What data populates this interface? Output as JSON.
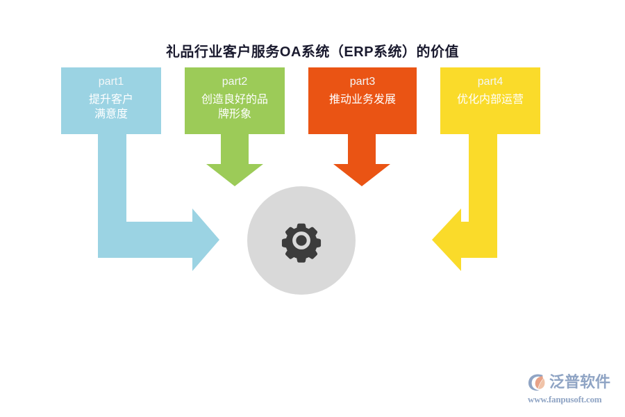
{
  "page": {
    "title": "礼品行业客户服务OA系统（ERP系统）的价值",
    "background": "#ffffff"
  },
  "diagram": {
    "type": "process-cards-with-arrows",
    "center": {
      "icon": "gear-icon",
      "circle_color": "#d9d9d9",
      "icon_color": "#3c3c3c"
    },
    "cards": [
      {
        "id": "part1",
        "part": "part1",
        "label_line1": "提升客户",
        "label_line2": "满意度",
        "color": "#9BD3E3",
        "arrow": "down-then-right"
      },
      {
        "id": "part2",
        "part": "part2",
        "label_line1": "创造良好的品",
        "label_line2": "牌形象",
        "color": "#9CCB58",
        "arrow": "down"
      },
      {
        "id": "part3",
        "part": "part3",
        "label_line1": "推动业务发展",
        "label_line2": "",
        "color": "#EA5414",
        "arrow": "down"
      },
      {
        "id": "part4",
        "part": "part4",
        "label_line1": "优化内部运营",
        "label_line2": "",
        "color": "#FADB2A",
        "arrow": "down-then-left"
      }
    ]
  },
  "watermark": {
    "brand": "泛普软件",
    "url": "www.fanpusoft.com",
    "brand_color": "#8fa4c4",
    "mark_accent": "#e8a287"
  }
}
